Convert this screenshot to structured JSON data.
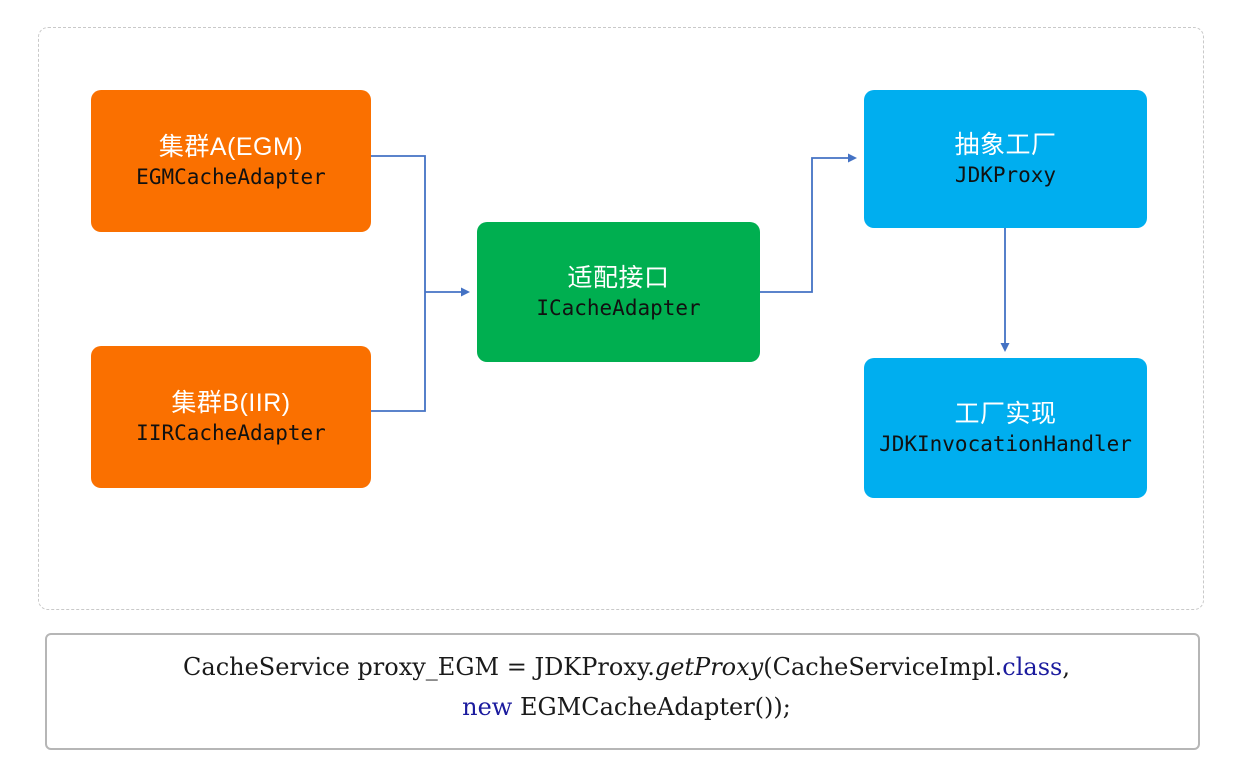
{
  "diagram": {
    "type": "flow-diagram",
    "container": {
      "border_style": "dashed",
      "border_color": "#c9c9c9"
    },
    "colors": {
      "orange": "#FA7000",
      "green": "#00AF50",
      "blue": "#00AEEF",
      "arrow": "#4472C4",
      "keyword": "#1b1b9e",
      "code_border": "#b6b6b6"
    },
    "nodes": [
      {
        "id": "cluster-a",
        "title": "集群A(EGM)",
        "subtitle": "EGMCacheAdapter",
        "color": "#FA7000"
      },
      {
        "id": "cluster-b",
        "title": "集群B(IIR)",
        "subtitle": "IIRCacheAdapter",
        "color": "#FA7000"
      },
      {
        "id": "adapter",
        "title": "适配接口",
        "subtitle": "ICacheAdapter",
        "color": "#00AF50"
      },
      {
        "id": "factory",
        "title": "抽象工厂",
        "subtitle": "JDKProxy",
        "color": "#00AEEF"
      },
      {
        "id": "impl",
        "title": "工厂实现",
        "subtitle": "JDKInvocationHandler",
        "color": "#00AEEF"
      }
    ],
    "edges": [
      {
        "from": "cluster-a",
        "to": "adapter",
        "arrow": true
      },
      {
        "from": "cluster-b",
        "to": "adapter",
        "arrow": true
      },
      {
        "from": "adapter",
        "to": "factory",
        "arrow": true
      },
      {
        "from": "factory",
        "to": "impl",
        "arrow": true
      }
    ]
  },
  "code": {
    "line1": {
      "seg1": "CacheService proxy_EGM = JDKProxy.",
      "seg2": "getProxy",
      "seg3": "(CacheServiceImpl.",
      "seg4": "class",
      "seg5": ","
    },
    "line2": {
      "seg1": "new",
      "seg2": " EGMCacheAdapter());"
    }
  }
}
